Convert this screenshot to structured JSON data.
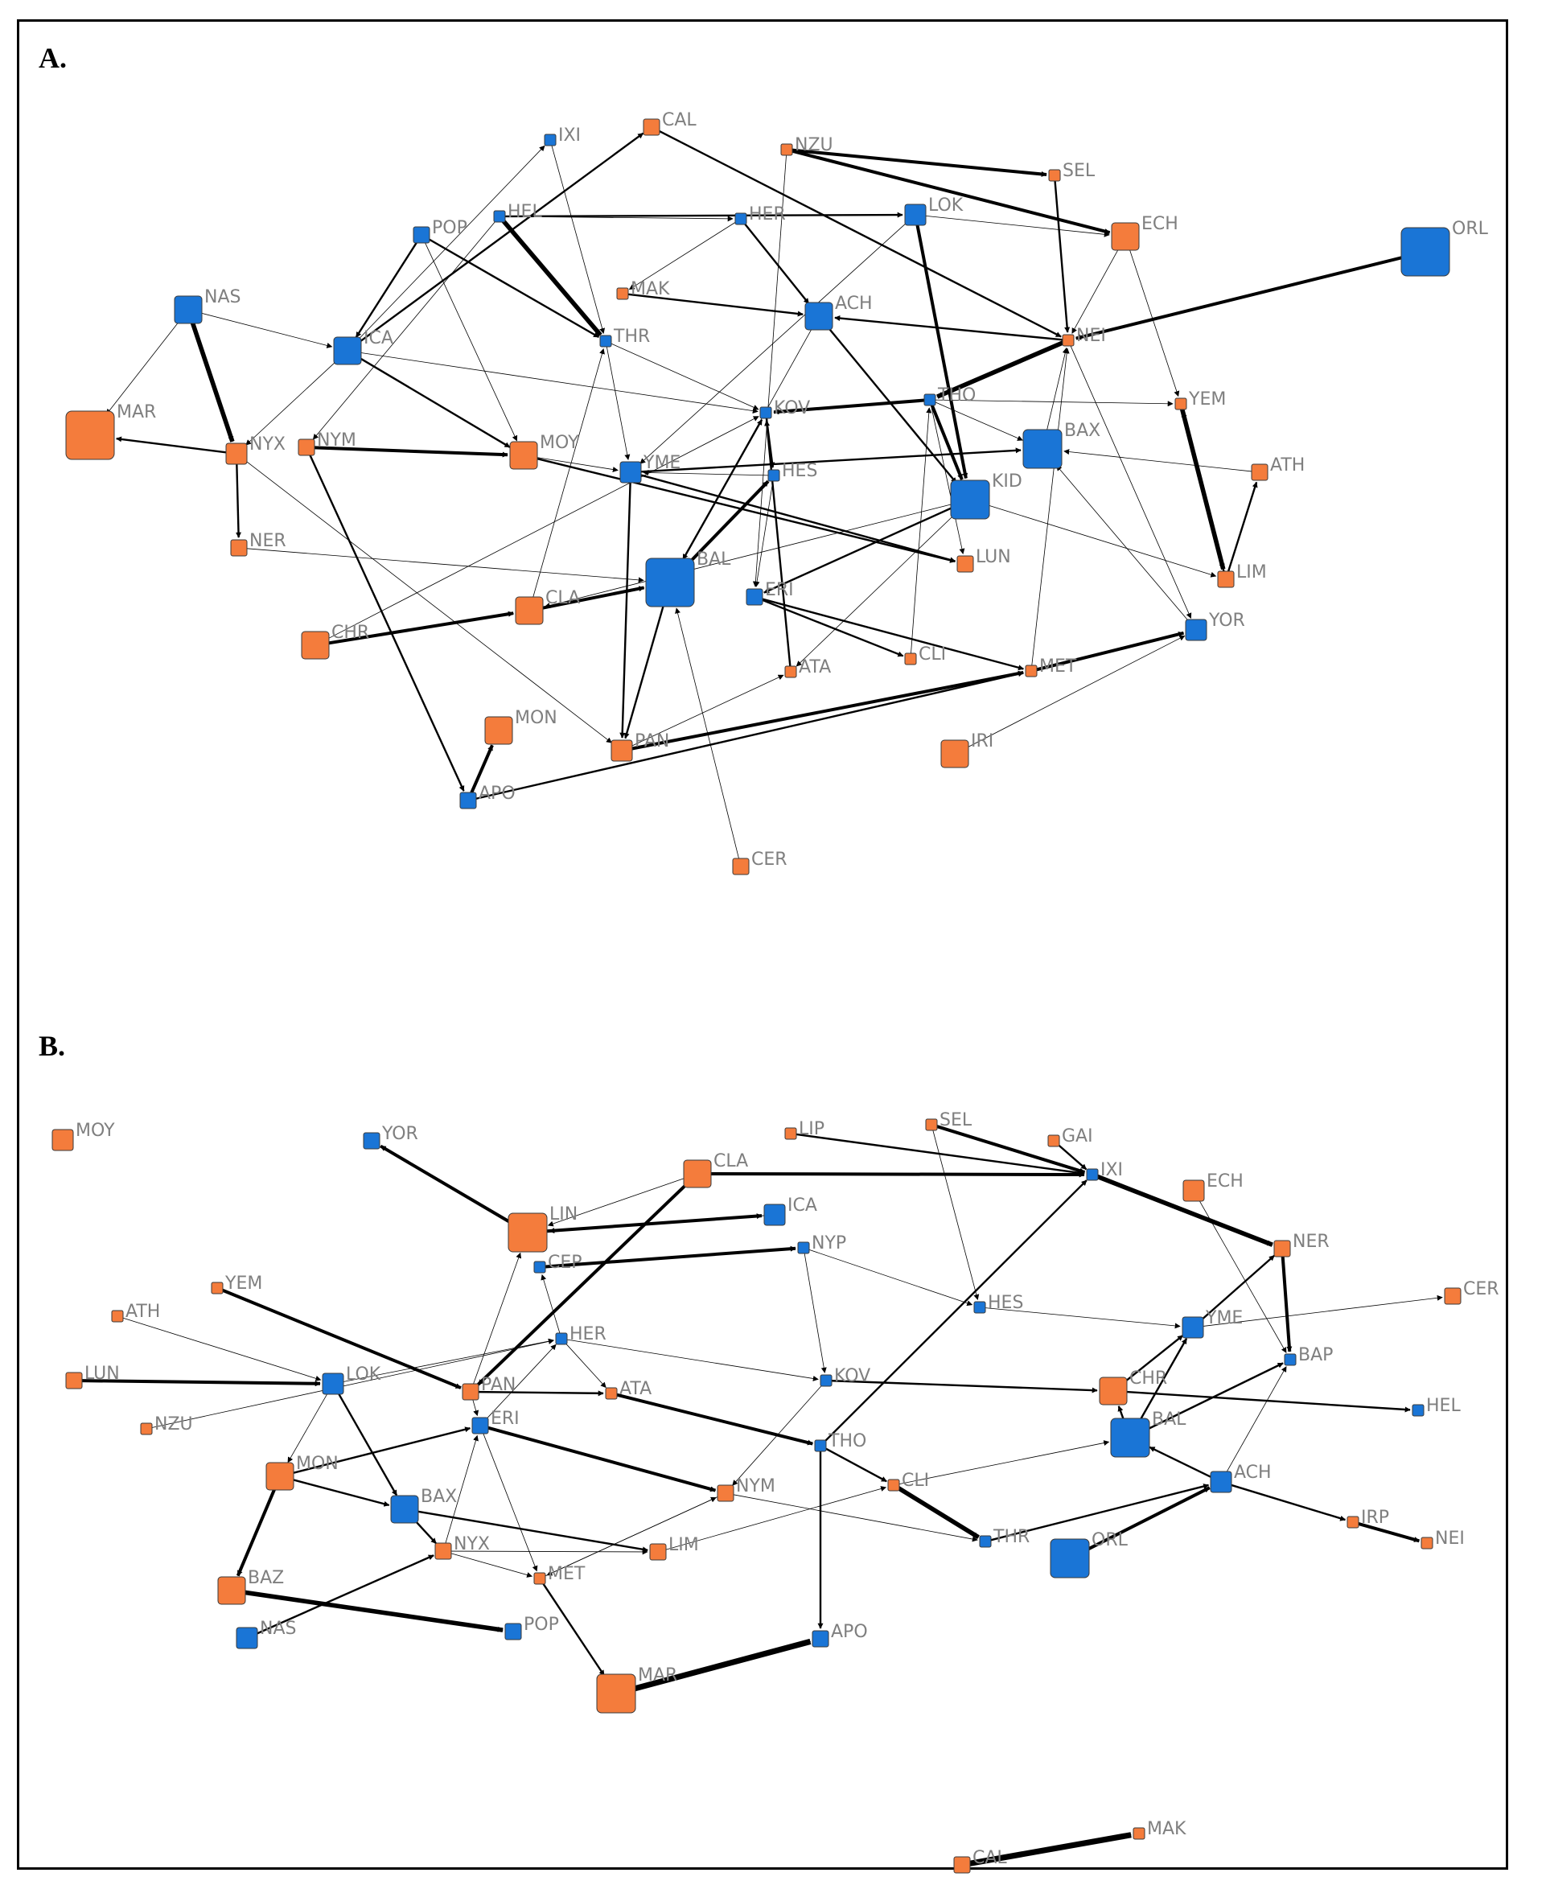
{
  "colors": {
    "female": "#f47c3c",
    "male": "#1a75d6",
    "node_stroke": "#3a3a3a",
    "label": "#7f7f7f",
    "edge": "#000000"
  },
  "panels": [
    {
      "label": "A.",
      "nodes": [
        {
          "id": "IXI",
          "color": "male",
          "size": 1
        },
        {
          "id": "CAL",
          "color": "female",
          "size": 2
        },
        {
          "id": "NZU",
          "color": "female",
          "size": 1
        },
        {
          "id": "SEL",
          "color": "female",
          "size": 1
        },
        {
          "id": "HEL",
          "color": "male",
          "size": 1
        },
        {
          "id": "POP",
          "color": "male",
          "size": 2
        },
        {
          "id": "HER",
          "color": "male",
          "size": 1
        },
        {
          "id": "LOK",
          "color": "male",
          "size": 3
        },
        {
          "id": "ECH",
          "color": "female",
          "size": 4
        },
        {
          "id": "ORL",
          "color": "male",
          "size": 6
        },
        {
          "id": "NAS",
          "color": "male",
          "size": 4
        },
        {
          "id": "MAK",
          "color": "female",
          "size": 1
        },
        {
          "id": "ACH",
          "color": "male",
          "size": 4
        },
        {
          "id": "ICA",
          "color": "male",
          "size": 4
        },
        {
          "id": "THR",
          "color": "male",
          "size": 1
        },
        {
          "id": "NEI",
          "color": "female",
          "size": 1
        },
        {
          "id": "MAR",
          "color": "female",
          "size": 6
        },
        {
          "id": "THO",
          "color": "male",
          "size": 1
        },
        {
          "id": "YEM",
          "color": "female",
          "size": 1
        },
        {
          "id": "KOV",
          "color": "male",
          "size": 1
        },
        {
          "id": "NYX",
          "color": "female",
          "size": 3
        },
        {
          "id": "NYM",
          "color": "female",
          "size": 2
        },
        {
          "id": "MOY",
          "color": "female",
          "size": 4
        },
        {
          "id": "BAX",
          "color": "male",
          "size": 5
        },
        {
          "id": "YME",
          "color": "male",
          "size": 3
        },
        {
          "id": "HES",
          "color": "male",
          "size": 1
        },
        {
          "id": "ATH",
          "color": "female",
          "size": 2
        },
        {
          "id": "KID",
          "color": "male",
          "size": 5
        },
        {
          "id": "NER",
          "color": "female",
          "size": 2
        },
        {
          "id": "LUN",
          "color": "female",
          "size": 2
        },
        {
          "id": "BAL",
          "color": "male",
          "size": 6
        },
        {
          "id": "LIM",
          "color": "female",
          "size": 2
        },
        {
          "id": "CLA",
          "color": "female",
          "size": 4
        },
        {
          "id": "ERI",
          "color": "male",
          "size": 2
        },
        {
          "id": "CHR",
          "color": "female",
          "size": 4
        },
        {
          "id": "YOR",
          "color": "male",
          "size": 3
        },
        {
          "id": "CLI",
          "color": "female",
          "size": 1
        },
        {
          "id": "ATA",
          "color": "female",
          "size": 1
        },
        {
          "id": "MET",
          "color": "female",
          "size": 1
        },
        {
          "id": "MON",
          "color": "female",
          "size": 4
        },
        {
          "id": "PAN",
          "color": "female",
          "size": 3
        },
        {
          "id": "IRI",
          "color": "female",
          "size": 4
        },
        {
          "id": "APO",
          "color": "male",
          "size": 2
        },
        {
          "id": "CER",
          "color": "female",
          "size": 2
        }
      ],
      "edges": [
        [
          "NZU",
          "SEL",
          3
        ],
        [
          "NZU",
          "ECH",
          3
        ],
        [
          "SEL",
          "NEI",
          2
        ],
        [
          "ORL",
          "NEI",
          3
        ],
        [
          "NEI",
          "ACH",
          2
        ],
        [
          "NEI",
          "THO",
          4
        ],
        [
          "THO",
          "KOV",
          3
        ],
        [
          "THO",
          "KID",
          3
        ],
        [
          "THO",
          "BAX",
          1
        ],
        [
          "HEL",
          "THR",
          4
        ],
        [
          "HEL",
          "LOK",
          2
        ],
        [
          "HEL",
          "HER",
          1
        ],
        [
          "NAS",
          "NYX",
          4
        ],
        [
          "NAS",
          "MAR",
          1
        ],
        [
          "NAS",
          "ICA",
          1
        ],
        [
          "NYX",
          "MAR",
          2
        ],
        [
          "NYX",
          "NER",
          2
        ],
        [
          "NYM",
          "MOY",
          3
        ],
        [
          "NYM",
          "APO",
          2
        ],
        [
          "ICA",
          "IXI",
          1
        ],
        [
          "ICA",
          "CAL",
          2
        ],
        [
          "ICA",
          "NYX",
          1
        ],
        [
          "ICA",
          "MOY",
          2
        ],
        [
          "ICA",
          "KOV",
          1
        ],
        [
          "POP",
          "ICA",
          2
        ],
        [
          "POP",
          "THR",
          2
        ],
        [
          "POP",
          "MOY",
          1
        ],
        [
          "LOK",
          "ECH",
          1
        ],
        [
          "LOK",
          "KID",
          3
        ],
        [
          "LOK",
          "YME",
          1
        ],
        [
          "YEM",
          "LIM",
          4
        ],
        [
          "LIM",
          "ATH",
          2
        ],
        [
          "LIM",
          "YEM",
          2
        ],
        [
          "ATH",
          "BAX",
          1
        ],
        [
          "KID",
          "LIM",
          1
        ],
        [
          "KID",
          "ATA",
          1
        ],
        [
          "KID",
          "ERI",
          2
        ],
        [
          "BAL",
          "PAN",
          2
        ],
        [
          "BAL",
          "HES",
          3
        ],
        [
          "BAL",
          "KOV",
          2
        ],
        [
          "CLA",
          "BAL",
          3
        ],
        [
          "CHR",
          "CLA",
          3
        ],
        [
          "CHR",
          "KOV",
          1
        ],
        [
          "MET",
          "YOR",
          3
        ],
        [
          "APO",
          "MET",
          2
        ],
        [
          "APO",
          "MON",
          3
        ],
        [
          "PAN",
          "MET",
          3
        ],
        [
          "PAN",
          "ATA",
          1
        ],
        [
          "IRI",
          "YOR",
          1
        ],
        [
          "CER",
          "BAL",
          1
        ],
        [
          "ERI",
          "CLI",
          2
        ],
        [
          "ERI",
          "MET",
          2
        ],
        [
          "YME",
          "BAX",
          2
        ],
        [
          "YME",
          "LUN",
          2
        ],
        [
          "YME",
          "PAN",
          2
        ],
        [
          "MAK",
          "ACH",
          2
        ],
        [
          "ACH",
          "KID",
          2
        ],
        [
          "HER",
          "ACH",
          2
        ],
        [
          "HER",
          "MAK",
          1
        ],
        [
          "CAL",
          "NEI",
          2
        ],
        [
          "IXI",
          "THR",
          1
        ],
        [
          "THR",
          "KOV",
          1
        ],
        [
          "THR",
          "YME",
          1
        ],
        [
          "NER",
          "BAL",
          1
        ],
        [
          "KOV",
          "HES",
          2
        ],
        [
          "HES",
          "YME",
          1
        ],
        [
          "MOY",
          "LUN",
          2
        ],
        [
          "YOR",
          "BAX",
          1
        ],
        [
          "BAX",
          "NEI",
          1
        ],
        [
          "NEI",
          "YOR",
          1
        ],
        [
          "HES",
          "ERI",
          1
        ],
        [
          "ATA",
          "KOV",
          2
        ],
        [
          "CLI",
          "THO",
          1
        ],
        [
          "MET",
          "NEI",
          1
        ],
        [
          "ECH",
          "NEI",
          1
        ],
        [
          "ECH",
          "YEM",
          1
        ],
        [
          "THO",
          "YEM",
          1
        ],
        [
          "KID",
          "CLA",
          1
        ],
        [
          "CLA",
          "THR",
          1
        ],
        [
          "MOY",
          "YME",
          1
        ],
        [
          "NYX",
          "PAN",
          1
        ],
        [
          "HEL",
          "NYM",
          1
        ],
        [
          "THO",
          "LUN",
          1
        ],
        [
          "ACH",
          "BAL",
          1
        ],
        [
          "NZU",
          "ERI",
          1
        ],
        [
          "ORL",
          "ORL",
          0
        ]
      ]
    },
    {
      "label": "B.",
      "nodes": [
        {
          "id": "MOY",
          "color": "female",
          "size": 3
        },
        {
          "id": "YOR",
          "color": "male",
          "size": 2
        },
        {
          "id": "LIP",
          "color": "female",
          "size": 1
        },
        {
          "id": "SEL",
          "color": "female",
          "size": 1
        },
        {
          "id": "GAI",
          "color": "female",
          "size": 1
        },
        {
          "id": "CLA",
          "color": "female",
          "size": 4
        },
        {
          "id": "IXI",
          "color": "male",
          "size": 1
        },
        {
          "id": "ECH",
          "color": "female",
          "size": 3
        },
        {
          "id": "LIN",
          "color": "female",
          "size": 5
        },
        {
          "id": "ICA",
          "color": "male",
          "size": 3
        },
        {
          "id": "NER",
          "color": "female",
          "size": 2
        },
        {
          "id": "CEP",
          "color": "male",
          "size": 1
        },
        {
          "id": "NYP",
          "color": "male",
          "size": 1
        },
        {
          "id": "YEM",
          "color": "female",
          "size": 1
        },
        {
          "id": "ATH",
          "color": "female",
          "size": 1
        },
        {
          "id": "HES",
          "color": "male",
          "size": 1
        },
        {
          "id": "CER",
          "color": "female",
          "size": 2
        },
        {
          "id": "HER",
          "color": "male",
          "size": 1
        },
        {
          "id": "YME",
          "color": "male",
          "size": 3
        },
        {
          "id": "BAP",
          "color": "male",
          "size": 1
        },
        {
          "id": "LUN",
          "color": "female",
          "size": 2
        },
        {
          "id": "LOK",
          "color": "male",
          "size": 3
        },
        {
          "id": "PAN",
          "color": "female",
          "size": 2
        },
        {
          "id": "ATA",
          "color": "female",
          "size": 1
        },
        {
          "id": "KOV",
          "color": "male",
          "size": 1
        },
        {
          "id": "CHR",
          "color": "female",
          "size": 4
        },
        {
          "id": "HEL",
          "color": "male",
          "size": 1
        },
        {
          "id": "NZU",
          "color": "female",
          "size": 1
        },
        {
          "id": "ERI",
          "color": "male",
          "size": 2
        },
        {
          "id": "BAL",
          "color": "male",
          "size": 5
        },
        {
          "id": "THO",
          "color": "male",
          "size": 1
        },
        {
          "id": "MON",
          "color": "female",
          "size": 4
        },
        {
          "id": "CLI",
          "color": "female",
          "size": 1
        },
        {
          "id": "NYM",
          "color": "female",
          "size": 2
        },
        {
          "id": "ACH",
          "color": "male",
          "size": 3
        },
        {
          "id": "BAX",
          "color": "male",
          "size": 4
        },
        {
          "id": "IRP",
          "color": "female",
          "size": 1
        },
        {
          "id": "THR",
          "color": "male",
          "size": 1
        },
        {
          "id": "ORL",
          "color": "male",
          "size": 5
        },
        {
          "id": "NEI",
          "color": "female",
          "size": 1
        },
        {
          "id": "NYX",
          "color": "female",
          "size": 2
        },
        {
          "id": "LIM",
          "color": "female",
          "size": 2
        },
        {
          "id": "BAZ",
          "color": "female",
          "size": 4
        },
        {
          "id": "MET",
          "color": "female",
          "size": 1
        },
        {
          "id": "NAS",
          "color": "male",
          "size": 3
        },
        {
          "id": "POP",
          "color": "male",
          "size": 2
        },
        {
          "id": "APO",
          "color": "male",
          "size": 2
        },
        {
          "id": "MAR",
          "color": "female",
          "size": 5
        },
        {
          "id": "CAL",
          "color": "female",
          "size": 2
        },
        {
          "id": "MAK",
          "color": "female",
          "size": 1
        }
      ],
      "edges": [
        [
          "LIN",
          "YOR",
          3
        ],
        [
          "LIN",
          "ICA",
          3
        ],
        [
          "CLA",
          "LIN",
          1
        ],
        [
          "CLA",
          "IXI",
          3
        ],
        [
          "CLA",
          "PAN",
          3
        ],
        [
          "LIP",
          "IXI",
          2
        ],
        [
          "SEL",
          "IXI",
          3
        ],
        [
          "SEL",
          "HES",
          1
        ],
        [
          "GAI",
          "IXI",
          2
        ],
        [
          "IXI",
          "NER",
          4
        ],
        [
          "NER",
          "BAP",
          3
        ],
        [
          "ECH",
          "BAP",
          1
        ],
        [
          "CEP",
          "NYP",
          3
        ],
        [
          "NYP",
          "KOV",
          1
        ],
        [
          "NYP",
          "HES",
          1
        ],
        [
          "HES",
          "YME",
          1
        ],
        [
          "YME",
          "NER",
          2
        ],
        [
          "YME",
          "CER",
          1
        ],
        [
          "YEM",
          "PAN",
          3
        ],
        [
          "ATH",
          "LOK",
          1
        ],
        [
          "LUN",
          "LOK",
          3
        ],
        [
          "LOK",
          "HER",
          1
        ],
        [
          "LOK",
          "BAX",
          2
        ],
        [
          "LOK",
          "MON",
          1
        ],
        [
          "NZU",
          "HER",
          1
        ],
        [
          "HER",
          "CEP",
          1
        ],
        [
          "HER",
          "ATA",
          1
        ],
        [
          "HER",
          "KOV",
          1
        ],
        [
          "PAN",
          "ATA",
          2
        ],
        [
          "PAN",
          "ERI",
          1
        ],
        [
          "ERI",
          "HER",
          1
        ],
        [
          "ERI",
          "MET",
          1
        ],
        [
          "ERI",
          "NYM",
          3
        ],
        [
          "MON",
          "ERI",
          2
        ],
        [
          "MON",
          "BAX",
          2
        ],
        [
          "MON",
          "BAZ",
          3
        ],
        [
          "BAZ",
          "POP",
          4
        ],
        [
          "NAS",
          "NYX",
          2
        ],
        [
          "BAX",
          "NYX",
          2
        ],
        [
          "BAX",
          "LIM",
          2
        ],
        [
          "NYX",
          "ERI",
          1
        ],
        [
          "NYX",
          "LIM",
          1
        ],
        [
          "NYX",
          "MET",
          1
        ],
        [
          "MET",
          "MAR",
          2
        ],
        [
          "MET",
          "NYM",
          1
        ],
        [
          "MAR",
          "APO",
          5
        ],
        [
          "THO",
          "APO",
          2
        ],
        [
          "THO",
          "IXI",
          2
        ],
        [
          "ATA",
          "THO",
          3
        ],
        [
          "KOV",
          "CHR",
          2
        ],
        [
          "KOV",
          "NYM",
          1
        ],
        [
          "CHR",
          "YME",
          2
        ],
        [
          "CHR",
          "HEL",
          2
        ],
        [
          "BAL",
          "CHR",
          2
        ],
        [
          "BAL",
          "BAP",
          2
        ],
        [
          "BAL",
          "YME",
          2
        ],
        [
          "ACH",
          "BAL",
          2
        ],
        [
          "ACH",
          "BAP",
          1
        ],
        [
          "ACH",
          "IRP",
          2
        ],
        [
          "IRP",
          "NEI",
          3
        ],
        [
          "ORL",
          "ACH",
          3
        ],
        [
          "THR",
          "ACH",
          2
        ],
        [
          "CLI",
          "THR",
          4
        ],
        [
          "CLI",
          "BAL",
          1
        ],
        [
          "THO",
          "CLI",
          2
        ],
        [
          "NYM",
          "THR",
          1
        ],
        [
          "NYM",
          "MET",
          1
        ],
        [
          "LIM",
          "CLI",
          1
        ],
        [
          "ICA",
          "LIN",
          1
        ],
        [
          "PAN",
          "LIN",
          1
        ],
        [
          "CAL",
          "MAK",
          5
        ]
      ]
    }
  ]
}
